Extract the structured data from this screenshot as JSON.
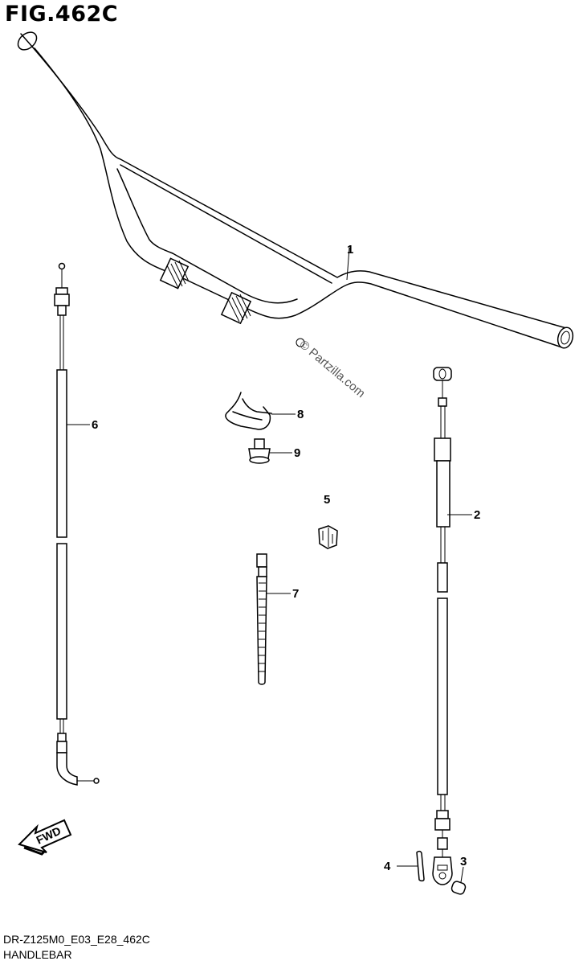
{
  "figure": {
    "title": "FIG.462C",
    "code": "DR-Z125M0_E03_E28_462C",
    "name": "HANDLEBAR"
  },
  "watermark": "© Partzilla.com",
  "direction_badge": "FWD",
  "callouts": [
    "1",
    "2",
    "3",
    "4",
    "5",
    "6",
    "7",
    "8",
    "9"
  ]
}
